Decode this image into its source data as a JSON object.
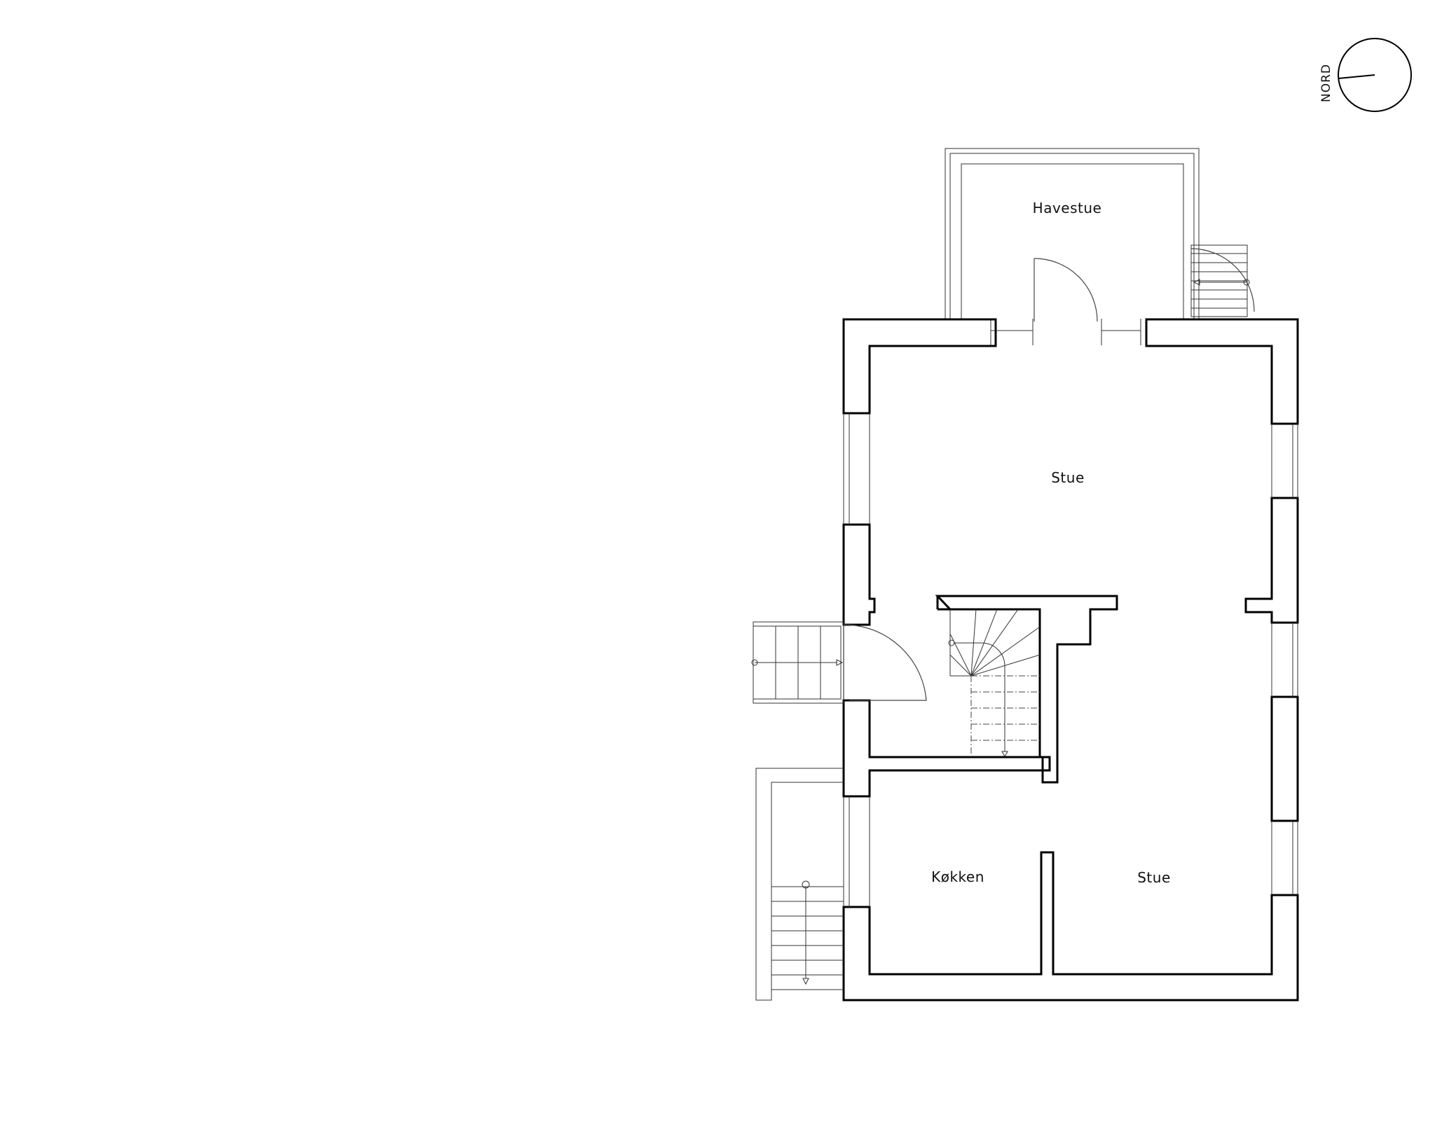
{
  "rooms": {
    "havestue": "Havestue",
    "stue_upper": "Stue",
    "kokken": "Køkken",
    "stue_lower": "Stue"
  },
  "compass": {
    "label": "NORD"
  },
  "colors": {
    "wall": "#000000",
    "background": "#ffffff",
    "thin_line": "#333333"
  }
}
